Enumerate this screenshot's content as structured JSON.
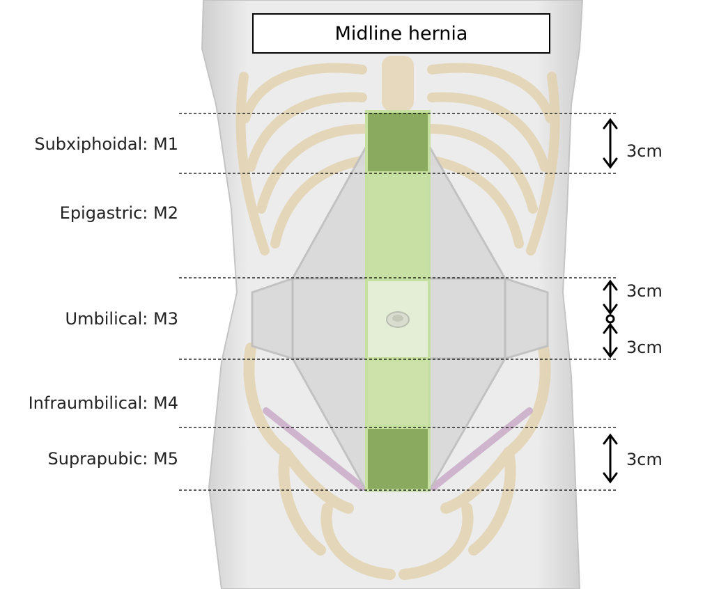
{
  "title": "Midline hernia",
  "zones": [
    {
      "label": "Subxiphoidal: M1"
    },
    {
      "label": "Epigastric: M2"
    },
    {
      "label": "Umbilical: M3"
    },
    {
      "label": "Infraumbilical: M4"
    },
    {
      "label": "Suprapubic: M5"
    }
  ],
  "measurements": {
    "m1": "3cm",
    "m3_upper": "3cm",
    "m3_lower": "3cm",
    "m5": "3cm"
  },
  "colors": {
    "dark_green": "#8aaa5f",
    "light_green": "#c9e0a5",
    "bone": "#e4d2b0",
    "torso": "#ececec",
    "rectus": "#d9d9d9"
  }
}
